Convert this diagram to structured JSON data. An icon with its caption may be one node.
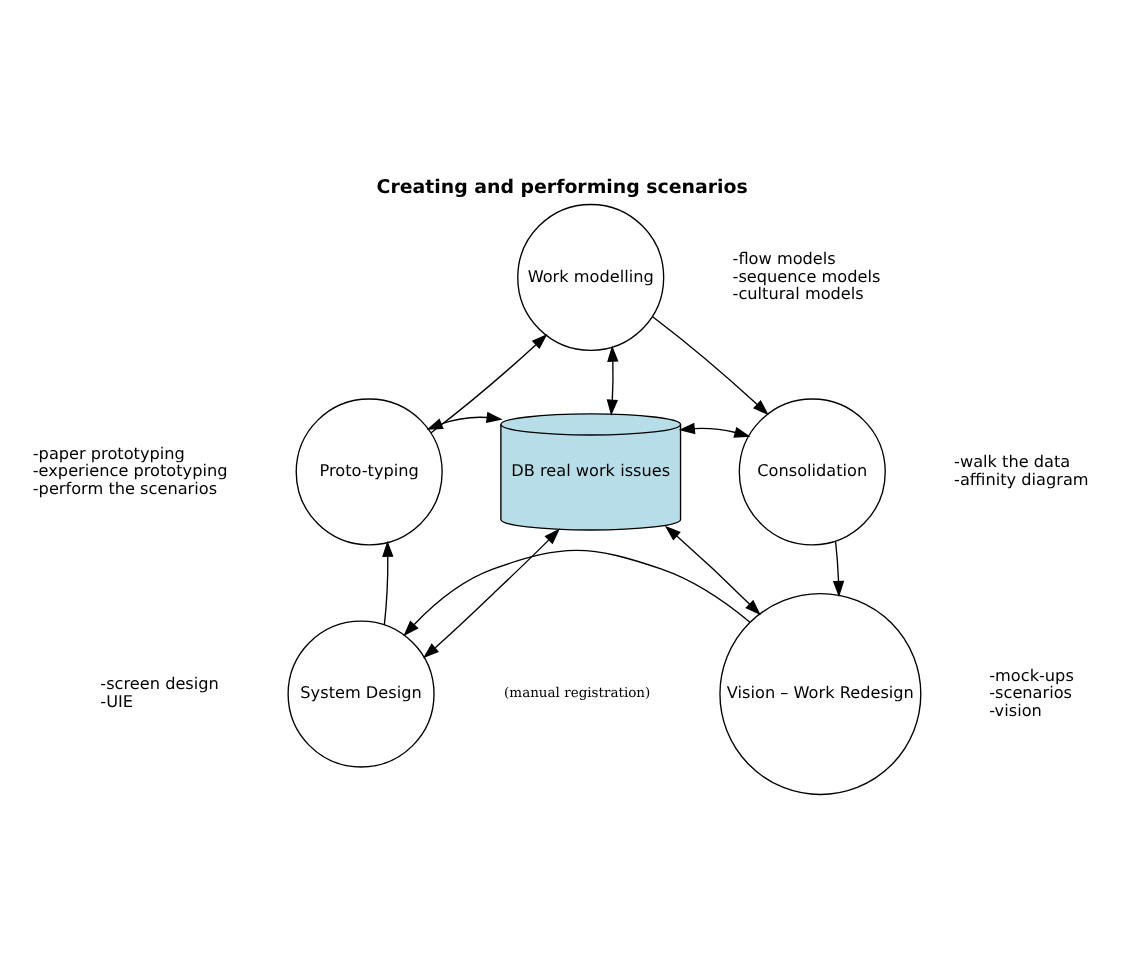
{
  "diagram": {
    "title": "Creating and performing scenarios",
    "nodes": [
      {
        "text": [
          "Work modelling"
        ],
        "beside": [
          "-flow models",
          "-sequence models",
          "-cultural models"
        ]
      },
      {
        "text": [
          "Proto-typing"
        ],
        "beside": [
          "-paper prototyping",
          "-experience prototyping",
          "-perform the scenarios"
        ]
      },
      {
        "text": [
          "DB real work issues"
        ]
      },
      {
        "text": [
          "Consolidation"
        ],
        "beside": [
          "-walk the data",
          "-affinity diagram"
        ]
      },
      {
        "text": [
          "System Design"
        ],
        "beside": [
          "-screen design",
          "-UIE"
        ]
      },
      {
        "text": [
          "Vision – Work Redesign"
        ],
        "beside": [
          "-mock-ups",
          "-scenarios",
          "-vision"
        ]
      }
    ],
    "edges": [
      {
        "from": 0,
        "to": 3,
        "arrow": "to"
      },
      {
        "from": 3,
        "to": 5,
        "arrow": "to"
      },
      {
        "from": 5,
        "to": 4,
        "arrow": "to"
      },
      {
        "from": 4,
        "to": 1,
        "arrow": "to"
      },
      {
        "from": 1,
        "to": 0,
        "arrow": "to"
      },
      {
        "from": 0,
        "to": 2,
        "arrow": "both"
      },
      {
        "from": 3,
        "to": 2,
        "arrow": "both"
      },
      {
        "from": 1,
        "to": 2,
        "arrow": "both"
      },
      {
        "from": 4,
        "to": 2,
        "arrow": "both"
      },
      {
        "from": 5,
        "to": 2,
        "arrow": "both"
      }
    ],
    "labels": [
      "(manual registration)"
    ]
  }
}
